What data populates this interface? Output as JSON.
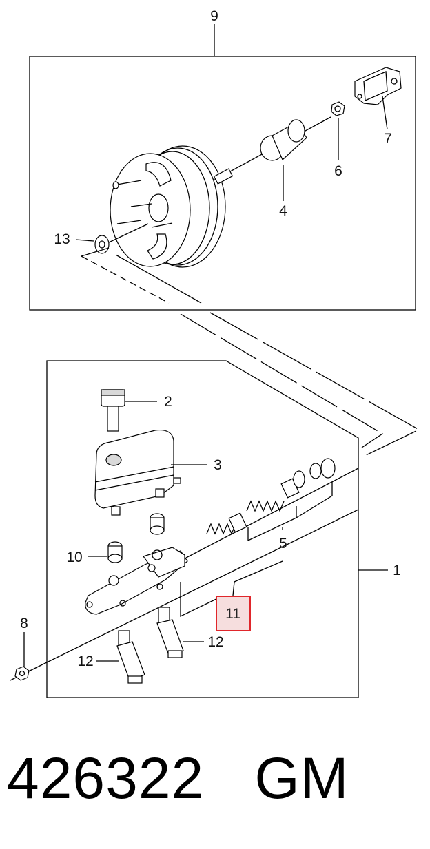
{
  "callouts": {
    "c9": "9",
    "c7": "7",
    "c6": "6",
    "c4": "4",
    "c13": "13",
    "c2": "2",
    "c3": "3",
    "c10": "10",
    "c5": "5",
    "c1": "1",
    "c11": "11",
    "c8": "8",
    "c12a": "12",
    "c12b": "12"
  },
  "highlight_color": "#e0262b",
  "highlight_fill": "#f6dede",
  "part_number": "426322",
  "brand": "GM"
}
